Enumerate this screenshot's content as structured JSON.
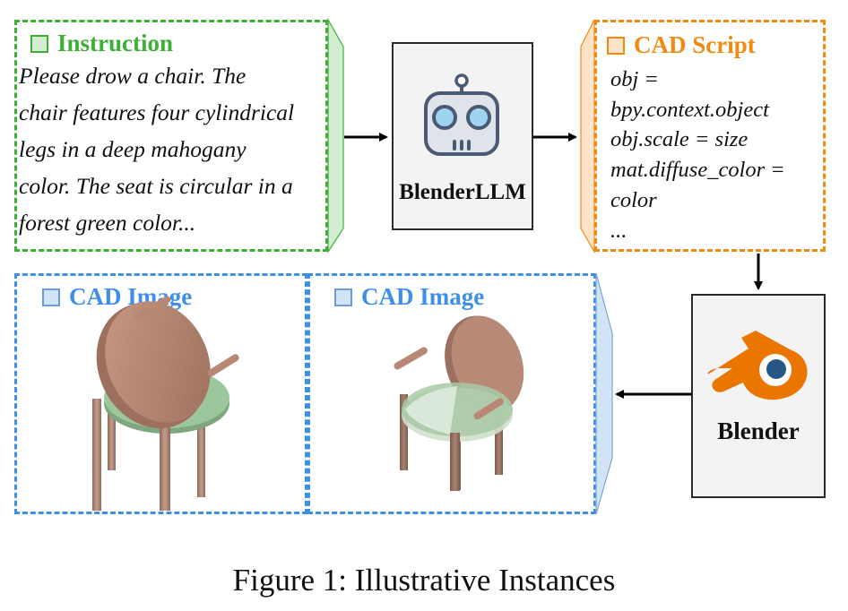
{
  "instruction": {
    "title": "Instruction",
    "lines": [
      "Please drow a chair. The",
      "chair features four cylindrical",
      "legs in a deep mahogany",
      "color. The seat is circular in a",
      "forest green color..."
    ]
  },
  "model": {
    "label": "BlenderLLM"
  },
  "script": {
    "title": "CAD Script",
    "lines": [
      "obj =",
      "bpy.context.object",
      "obj.scale = size",
      "mat.diffuse_color =",
      "color",
      "..."
    ]
  },
  "renderer": {
    "label": "Blender"
  },
  "images": [
    {
      "title": "CAD Image"
    },
    {
      "title": "CAD Image"
    }
  ],
  "caption": "Figure 1: Illustrative Instances",
  "colors": {
    "green": "#3cb035",
    "orange": "#f08a12",
    "blue": "#3d8fe8",
    "blue_text": "#3d8fe8",
    "mahogany": "#b98874",
    "seat_green": "#8ebd8e"
  },
  "icons": [
    "robot-icon",
    "blender-logo-icon"
  ]
}
